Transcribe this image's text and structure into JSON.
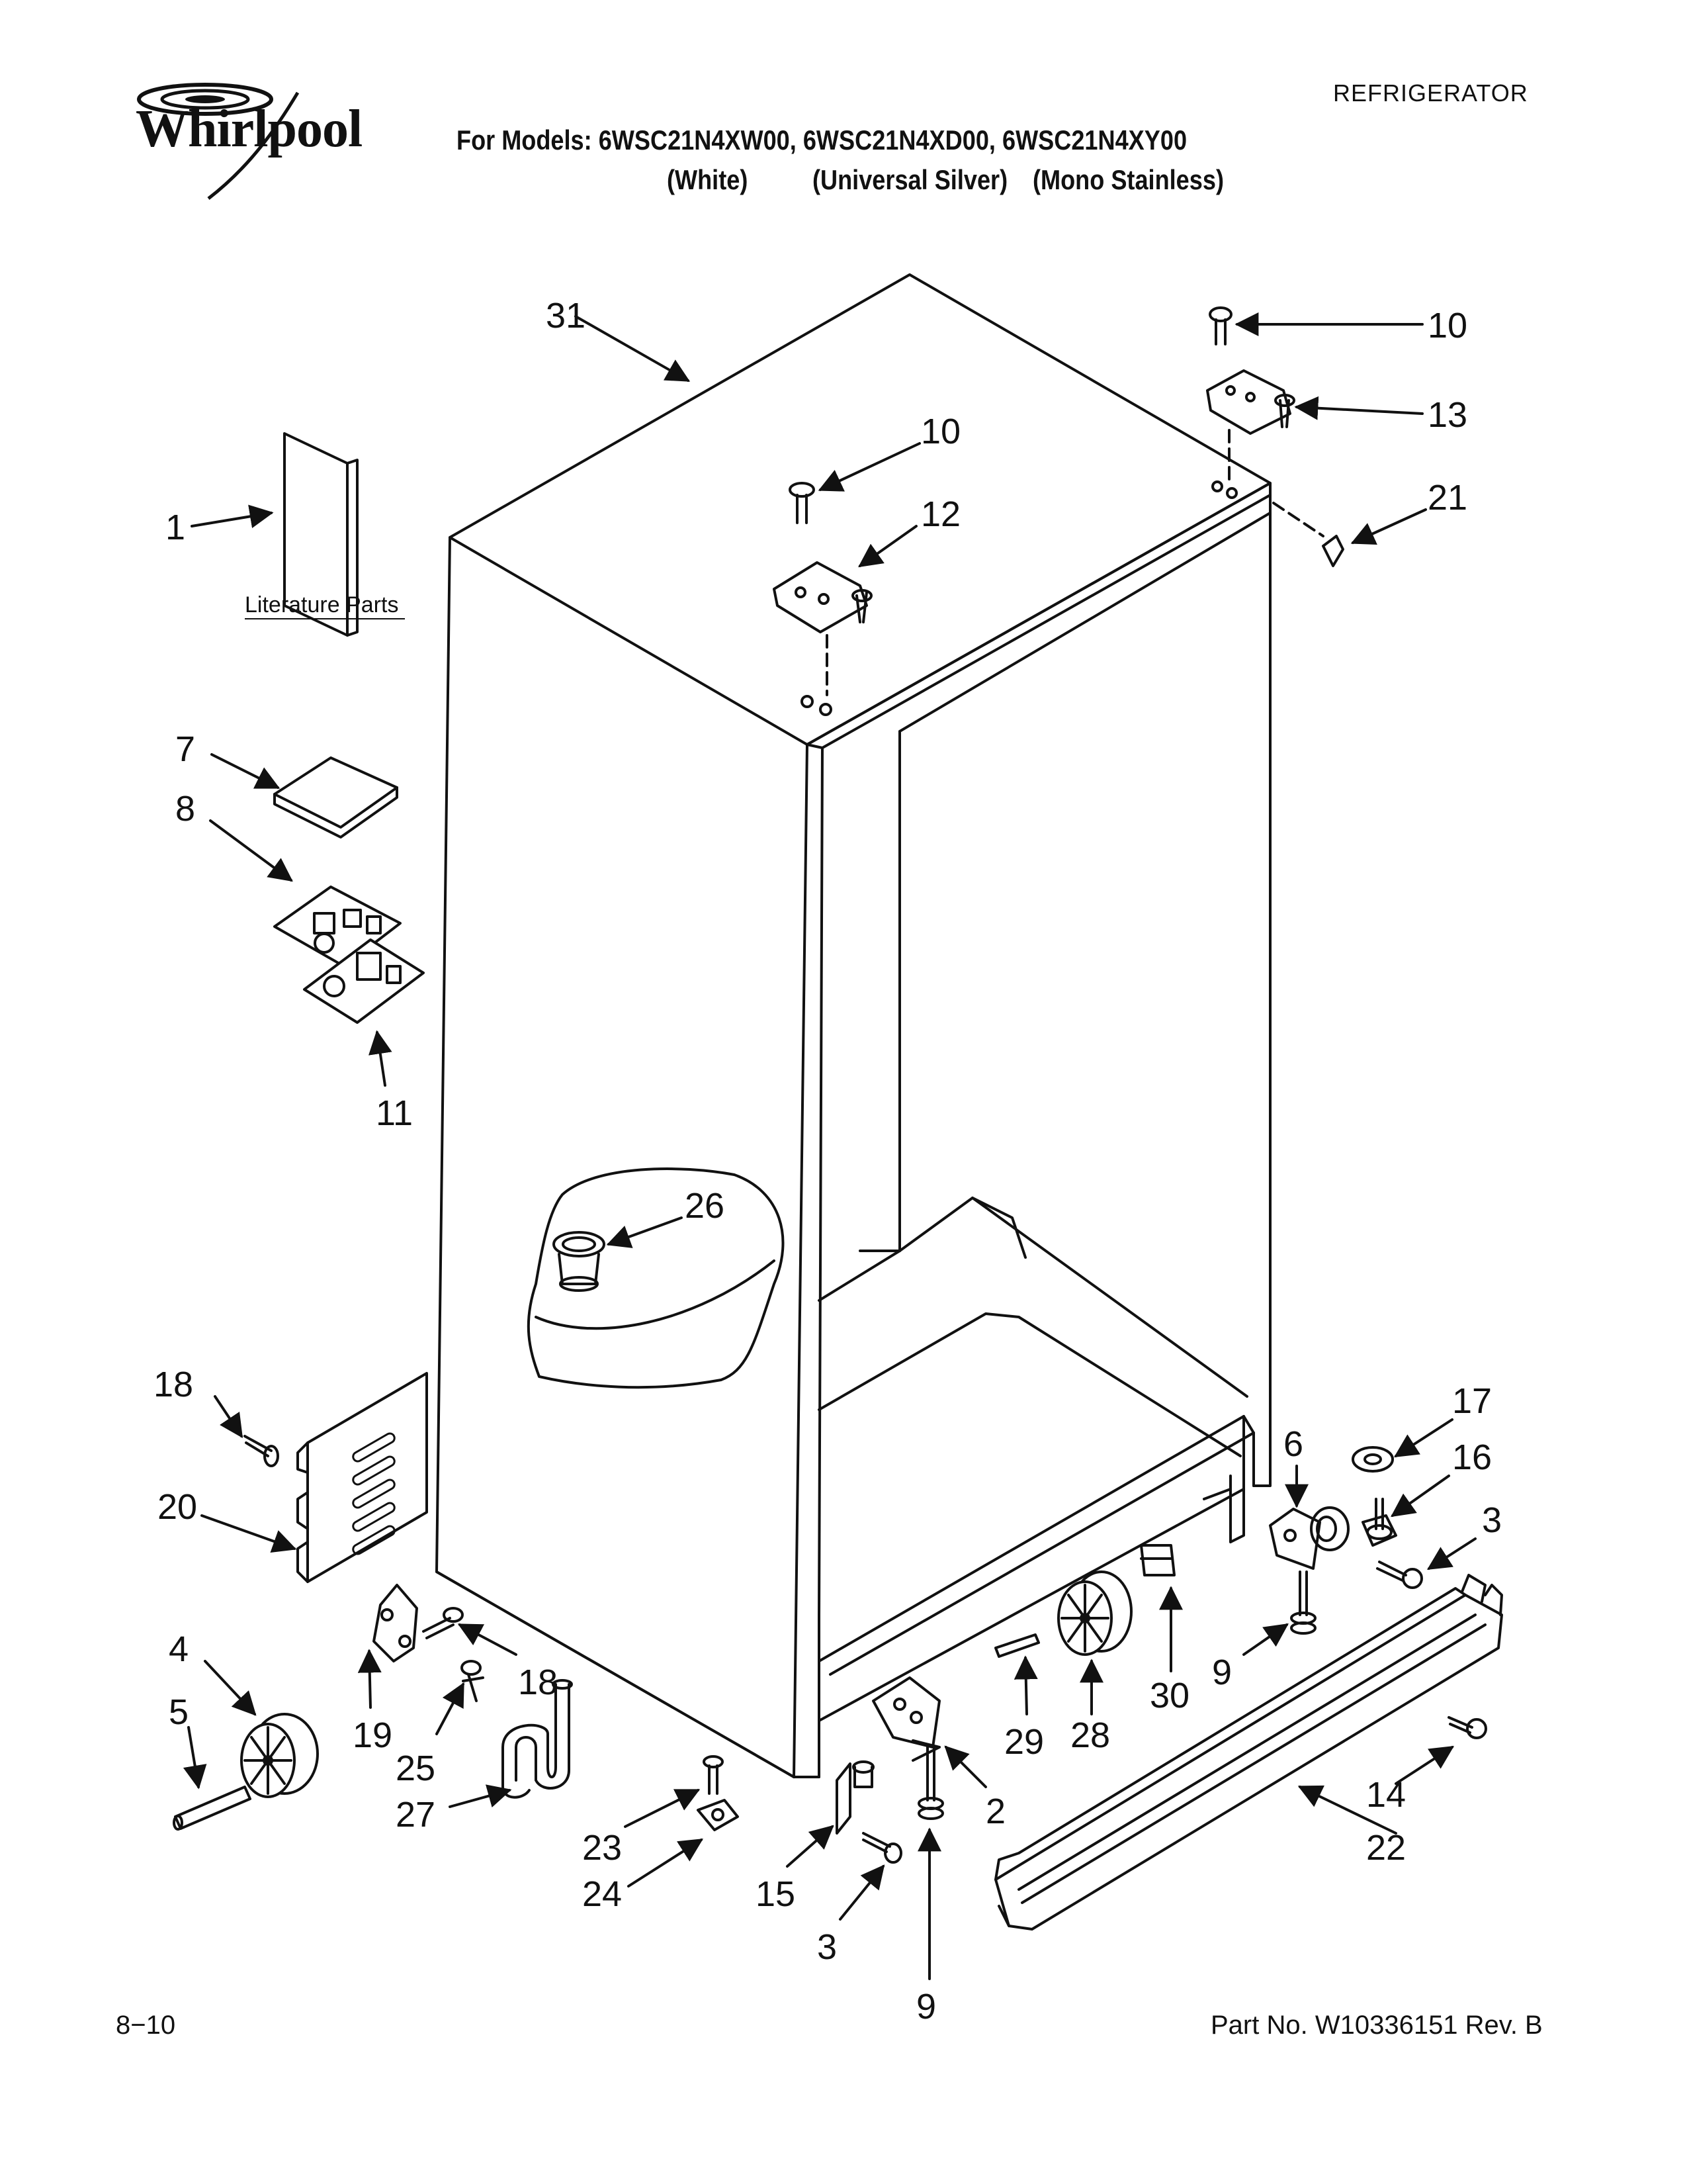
{
  "header": {
    "brand": "Whirlpool",
    "doc_type": "REFRIGERATOR",
    "models_line": "For Models: 6WSC21N4XW00, 6WSC21N4XD00, 6WSC21N4XY00",
    "colors": [
      "(White)",
      "(Universal Silver)",
      "(Mono Stainless)"
    ]
  },
  "footer": {
    "date_code": "8−10",
    "part_number": "Part No. W10336151 Rev. B"
  },
  "literature_label": "Literature Parts",
  "callouts": {
    "c1": "1",
    "c2": "2",
    "c3a": "3",
    "c3b": "3",
    "c4": "4",
    "c5": "5",
    "c6": "6",
    "c7": "7",
    "c8": "8",
    "c9a": "9",
    "c9b": "9",
    "c10a": "10",
    "c10b": "10",
    "c11": "11",
    "c12": "12",
    "c13": "13",
    "c14": "14",
    "c15": "15",
    "c16": "16",
    "c17": "17",
    "c18a": "18",
    "c18b": "18",
    "c19": "19",
    "c20": "20",
    "c21": "21",
    "c22": "22",
    "c23": "23",
    "c24": "24",
    "c25": "25",
    "c26": "26",
    "c27": "27",
    "c28": "28",
    "c29": "29",
    "c30": "30",
    "c31": "31"
  }
}
